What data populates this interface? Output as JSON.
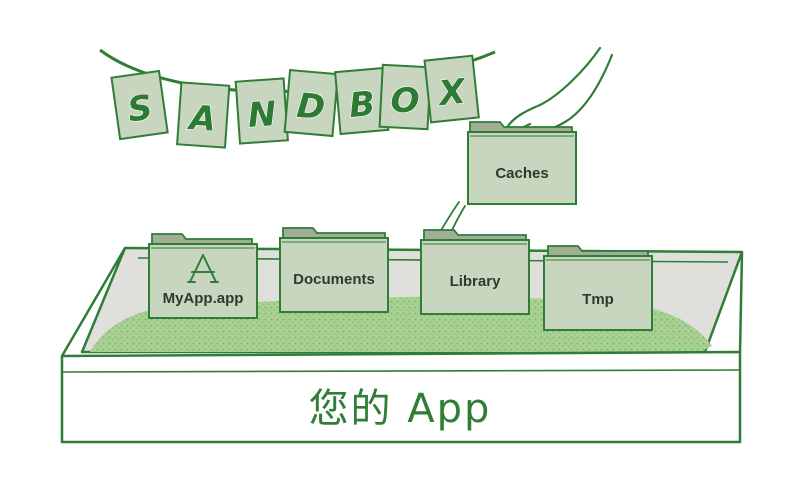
{
  "banner": {
    "letters": [
      "S",
      "A",
      "N",
      "D",
      "B",
      "O",
      "X"
    ]
  },
  "folders": {
    "myapp": {
      "label": "MyApp.app",
      "icon": "app-store-icon"
    },
    "documents": {
      "label": "Documents"
    },
    "library": {
      "label": "Library"
    },
    "tmp": {
      "label": "Tmp"
    },
    "caches": {
      "label": "Caches"
    }
  },
  "tray": {
    "caption": "您的 App"
  },
  "colors": {
    "ink": "#2f7d36",
    "folder_fill": "#c9d6bf",
    "folder_shadow": "#9fae95",
    "grass": "#a7cf8f",
    "tray_inner": "#dfe0dc"
  }
}
